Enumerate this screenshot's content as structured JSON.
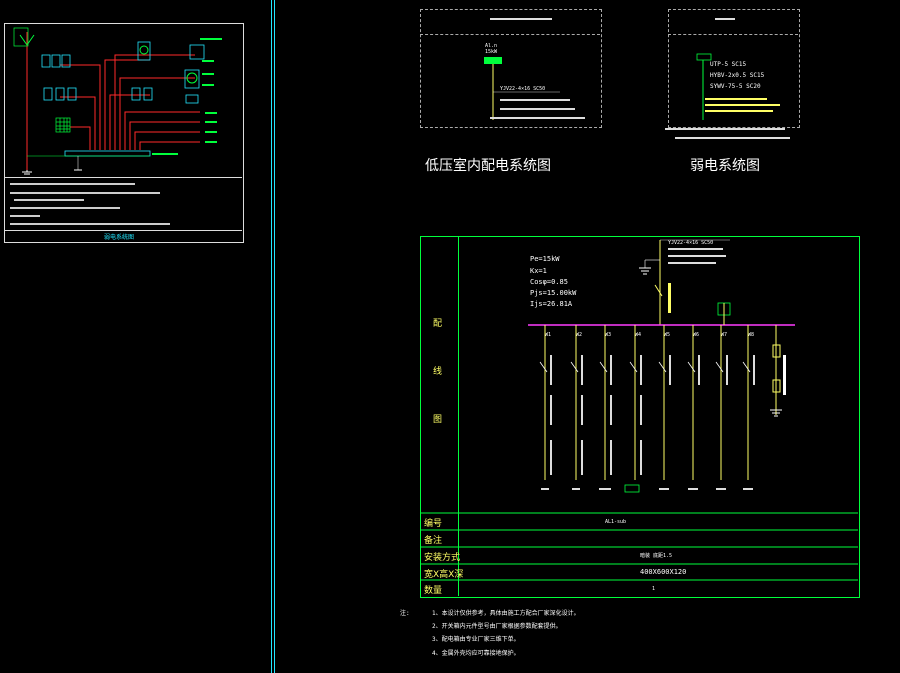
{
  "colors": {
    "background": "#000000",
    "frame": "#00ff3c",
    "cyan": "#22e6ff",
    "red": "#ff2a2a",
    "magenta": "#ff3cff",
    "yellow": "#ffff66",
    "white": "#ffffff",
    "grey": "#aaaaaa"
  },
  "panel1": {
    "title": "弱电系统图"
  },
  "panel2": {
    "title": "低压室内配电系统图",
    "label_a": "Al.n",
    "label_b": "15kW",
    "cable": "YJV22-4×16 SC50"
  },
  "panel3": {
    "title": "弱电系统图",
    "lines": [
      "UTP-5 SC15",
      "HYBV-2x0.5 SC15",
      "SYWV-75-5 SC20"
    ],
    "notes": [
      "注:1.",
      "2."
    ]
  },
  "main": {
    "params": [
      "Pe=15kW",
      "Kx=1",
      "Cosφ=0.85",
      "Pjs=15.00kW",
      "Ijs=26.81A"
    ],
    "cable": "YJV22-4×16 SC50",
    "circuits": [
      "W1",
      "W2",
      "W3",
      "W4",
      "W5",
      "W6",
      "W7",
      "W8"
    ],
    "side_label": "配 线 图",
    "rows": [
      {
        "label": "编号",
        "value": "AL1-sub"
      },
      {
        "label": "备注",
        "value": ""
      },
      {
        "label": "安装方式",
        "value": "暗装 底距1.5"
      },
      {
        "label": "宽X高X深",
        "value": "400X600X120"
      },
      {
        "label": "数量",
        "value": "1"
      }
    ]
  },
  "notes": {
    "lead": "注:",
    "items": [
      "1、本设计仅供参考，具体由施工方配合厂家深化设计。",
      "2、开关箱内元件型号由厂家根据参数配套提供。",
      "3、配电箱由专业厂家三维下单。",
      "4、金属外壳均应可靠接地保护。"
    ]
  }
}
